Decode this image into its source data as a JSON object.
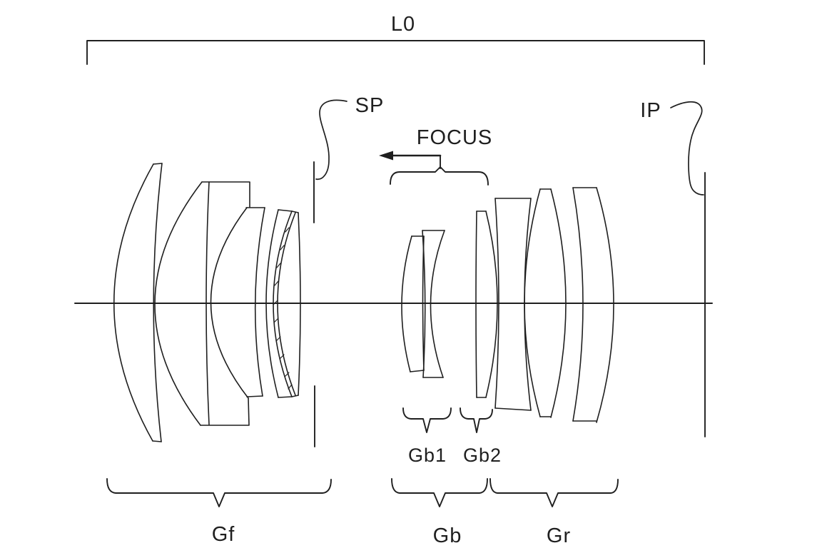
{
  "figure_labels": {
    "l0": "L0",
    "sp": "SP",
    "ip": "IP",
    "focus": "FOCUS",
    "gb1": "Gb1",
    "gb2": "Gb2",
    "gf": "Gf",
    "gb": "Gb",
    "gr": "Gr"
  },
  "colors": {
    "background": "#ffffff",
    "line": "#1f1f1f"
  }
}
